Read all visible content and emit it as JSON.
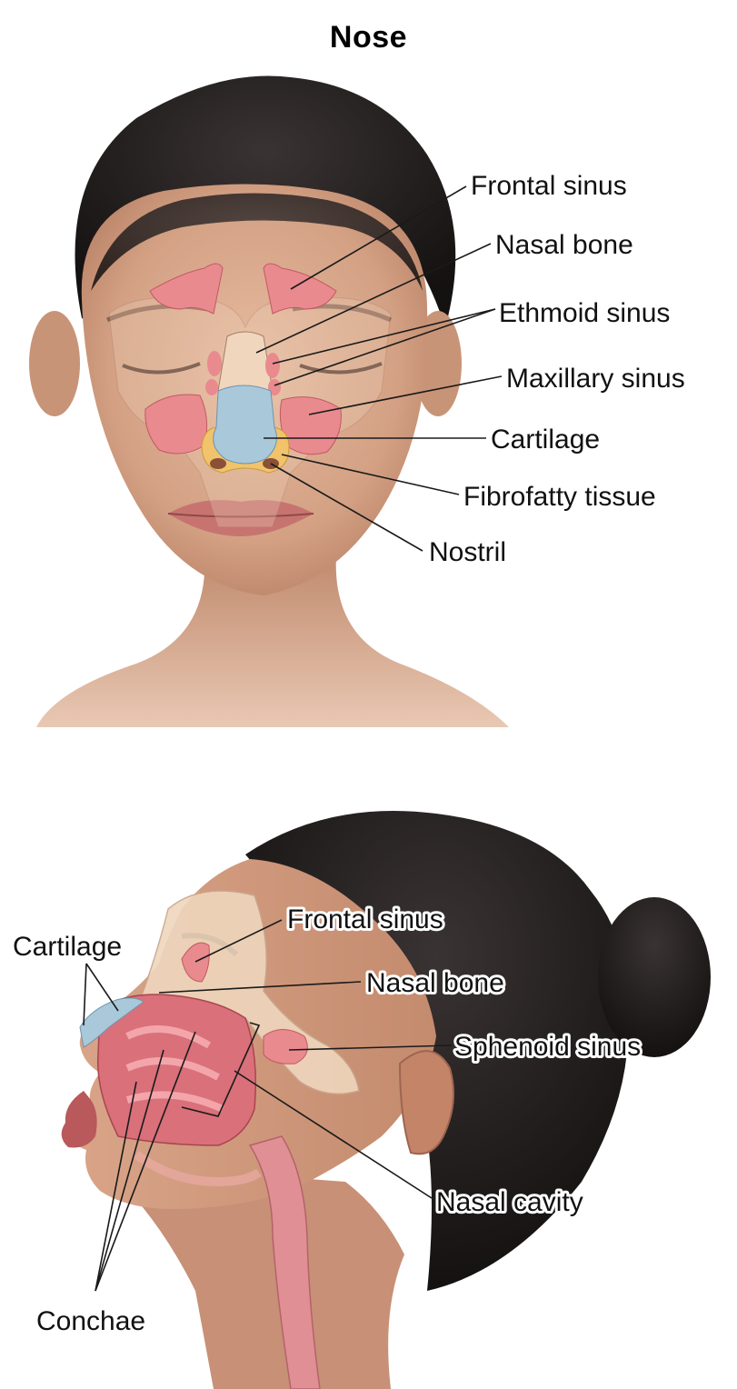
{
  "title": "Nose",
  "front_view": {
    "labels": {
      "frontal_sinus": "Frontal sinus",
      "nasal_bone": "Nasal bone",
      "ethmoid_sinus": "Ethmoid sinus",
      "maxillary_sinus": "Maxillary sinus",
      "cartilage": "Cartilage",
      "fibrofatty_tissue": "Fibrofatty tissue",
      "nostril": "Nostril"
    }
  },
  "side_view": {
    "labels": {
      "cartilage": "Cartilage",
      "frontal_sinus": "Frontal sinus",
      "nasal_bone": "Nasal bone",
      "sphenoid_sinus": "Sphenoid sinus",
      "nasal_cavity": "Nasal cavity",
      "conchae": "Conchae"
    }
  },
  "colors": {
    "skin": "#d9a88a",
    "skin_shadow": "#b98267",
    "hair": "#1e1a1a",
    "sinus": "#e98a8f",
    "cartilage": "#a9c8da",
    "fibrofatty": "#f1c36a",
    "bone": "#efd6bd",
    "cavity": "#d9707a"
  }
}
